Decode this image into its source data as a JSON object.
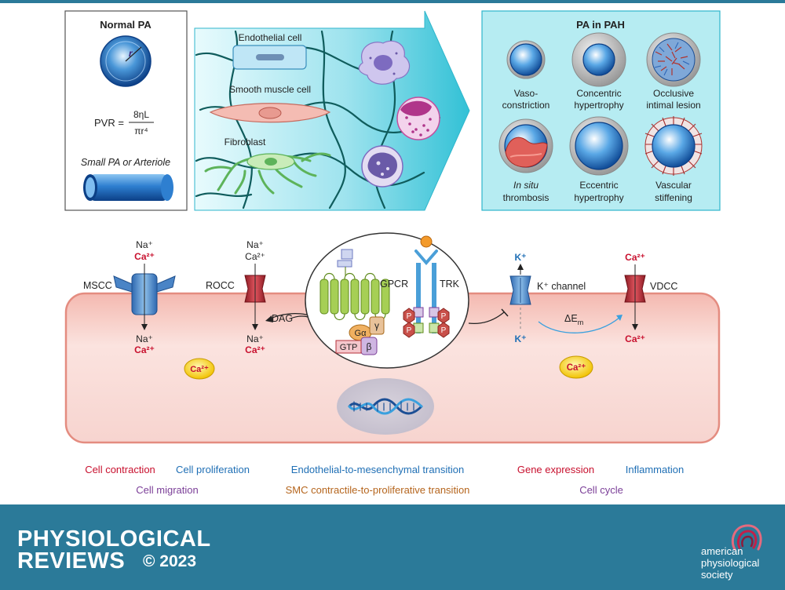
{
  "panels": {
    "normal": {
      "title": "Normal PA",
      "radius_symbol": "r",
      "pvr_label": "PVR =",
      "pvr_numerator": "8ηL",
      "pvr_denominator": "πr⁴",
      "vessel_caption": "Small PA or Arteriole"
    },
    "cells": {
      "endothelial": "Endothelial cell",
      "smooth_muscle": "Smooth muscle cell",
      "fibroblast": "Fibroblast"
    },
    "pah": {
      "title": "PA in PAH",
      "items": [
        {
          "line1": "Vaso-",
          "line2": "constriction"
        },
        {
          "line1": "Concentric",
          "line2": "hypertrophy"
        },
        {
          "line1": "Occlusive",
          "line2": "intimal lesion"
        },
        {
          "line1": "In situ",
          "line2": "thrombosis"
        },
        {
          "line1": "Eccentric",
          "line2": "hypertrophy"
        },
        {
          "line1": "Vascular",
          "line2": "stiffening"
        }
      ]
    }
  },
  "channels": {
    "mscc": {
      "name": "MSCC",
      "out1": "Na⁺",
      "out2": "Ca²⁺",
      "in1": "Na⁺",
      "in2": "Ca²⁺"
    },
    "rocc": {
      "name": "ROCC",
      "out1": "Na⁺",
      "out2": "Ca²⁺",
      "in1": "Na⁺",
      "in2": "Ca²⁺"
    },
    "gpcr": "GPCR",
    "trk": "TRK",
    "dag": "DAG",
    "galpha": "Gα",
    "gamma": "γ",
    "beta": "β",
    "gtp": "GTP",
    "p": "P",
    "kch": {
      "name": "K⁺ channel",
      "out": "K⁺",
      "in": "K⁺"
    },
    "delta": "ΔE",
    "delta_sub": "m",
    "vdcc": {
      "name": "VDCC",
      "out": "Ca²⁺",
      "in": "Ca²⁺"
    },
    "ca_left": "Ca²⁺",
    "ca_right": "Ca²⁺"
  },
  "outcomes": {
    "row1": [
      {
        "text": "Cell contraction",
        "color": "#c8102e"
      },
      {
        "text": "Cell proliferation",
        "color": "#1f6fb5"
      },
      {
        "text": "Endothelial-to-mesenchymal transition",
        "color": "#1f6fb5"
      },
      {
        "text": "Gene expression",
        "color": "#c8102e"
      },
      {
        "text": "Inflammation",
        "color": "#1f6fb5"
      }
    ],
    "row2": [
      {
        "text": "Cell migration",
        "color": "#7b3f98"
      },
      {
        "text": "SMC contractile-to-proliferative transition",
        "color": "#b5651d"
      },
      {
        "text": "Cell cycle",
        "color": "#7b3f98"
      }
    ]
  },
  "footer": {
    "journal_line1": "PHYSIOLOGICAL",
    "journal_line2": "REVIEWS",
    "copyright": "© 2023",
    "society_line1": "american",
    "society_line2": "physiological",
    "society_line3": "society",
    "bg_color": "#2b7a99"
  }
}
